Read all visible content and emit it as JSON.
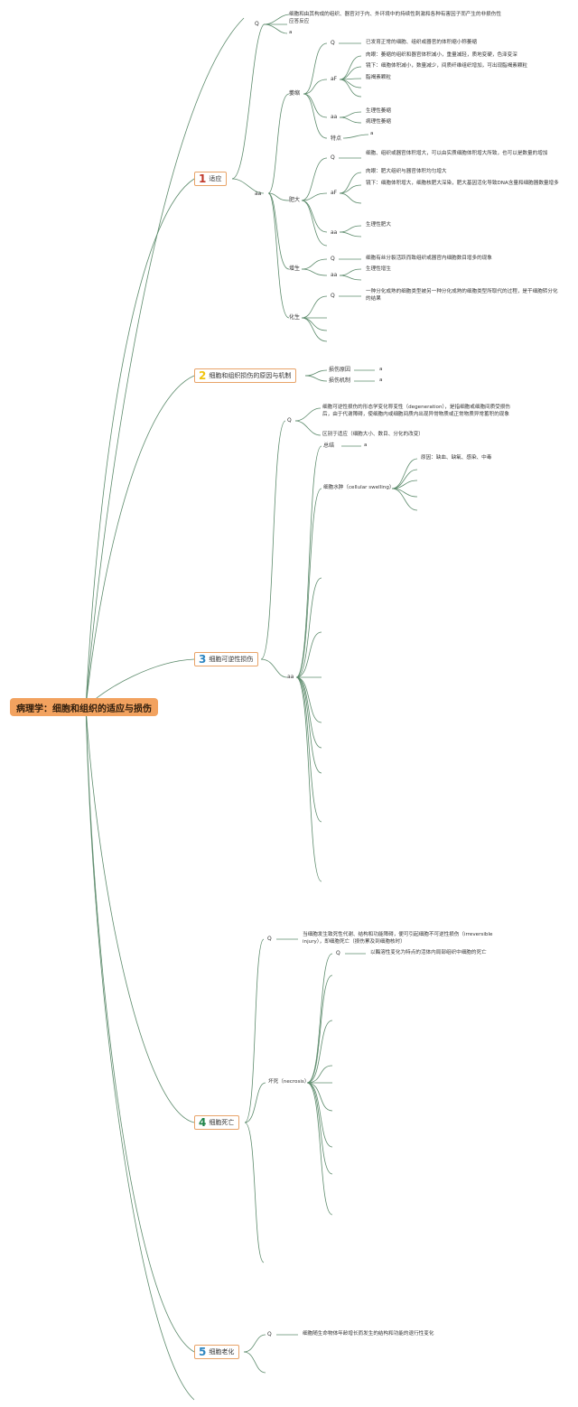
{
  "root": "病理学：细胞和组织的适应与损伤",
  "branches": [
    {
      "num": "1",
      "label": "适应",
      "color": "#c0392b"
    },
    {
      "num": "2",
      "label": "细胞和组织损伤的原因与机制",
      "color": "#f1c40f"
    },
    {
      "num": "3",
      "label": "细胞可逆性损伤",
      "color": "#2e86c1"
    },
    {
      "num": "4",
      "label": "细胞死亡",
      "color": "#1e8449"
    },
    {
      "num": "5",
      "label": "细胞老化",
      "color": "#2e86c1"
    }
  ],
  "adapt": {
    "q_label": "Q",
    "q_text": "细胞和由其构成的组织、器官对于内、外环境中的持续性刺激和各种有害因子而产生的非损伤性应答反应",
    "q_extra": "a",
    "sub_label": "aa",
    "atrophy": {
      "name": "萎缩",
      "q": "Q",
      "def": "已发育正常的细胞、组织或器官的体积缩小称萎缩",
      "af": "aF",
      "naked": "肉眼：萎缩的组织和器官体积减小，重量减轻，质地变硬，色泽变深",
      "micro": "镜下：细胞体积减小，数量减少，间质纤维组织增加，可出现脂褐素颗粒",
      "lipo": "脂褐素颗粒",
      "aa": "aa",
      "phys": "生理性萎缩",
      "path": "病理性萎缩",
      "feat": "特点",
      "feat_a": "a"
    },
    "hypertrophy": {
      "name": "肥大",
      "q": "Q",
      "def": "细胞、组织或器官体积增大，可以由实质细胞体积增大所致，也可以是数量的增加",
      "af": "aF",
      "naked": "肉眼：肥大组织与器官体积均匀增大",
      "micro": "镜下：细胞体积增大，细胞核肥大深染，肥大基因活化导致DNA含量和细胞器数量增多",
      "aa": "aa",
      "phys": "生理性肥大"
    },
    "hyperplasia": {
      "name": "增生",
      "q": "Q",
      "def": "细胞有丝分裂活跃而致组织或器官内细胞数目增多的现象",
      "aa": "aa",
      "phys": "生理性增生"
    },
    "metaplasia": {
      "name": "化生",
      "q": "Q",
      "def": "一种分化成熟的细胞类型被另一种分化成熟的细胞类型所取代的过程，是干细胞转分化的结果"
    }
  },
  "cause": {
    "reason": "损伤原因",
    "reason_a": "a",
    "mech": "损伤机制",
    "mech_a": "a"
  },
  "reversible": {
    "q": "Q",
    "def": "细胞可逆性损伤的形态学变化称变性（degeneration），是指细胞或细胞间质受损伤后，由于代谢障碍，使细胞内或细胞间质内出现异常物质或正常物质异常蓄积的现象",
    "diff": "区别于适应（细胞大小、数目、分化的改变）",
    "aa": "aa",
    "summary": "总结",
    "summary_a": "a",
    "swelling": "细胞水肿（cellular swelling）",
    "swelling_cause": "原因：缺血、缺氧、感染、中毒"
  },
  "death": {
    "q": "Q",
    "def": "当细胞发生致死性代谢、结构和功能障碍，便可引起细胞不可逆性损伤（irreversible injury），即细胞死亡（损伤累及到细胞核时）",
    "necrosis": "坏死（necrosis）",
    "nq": "Q",
    "ndef": "以酶溶性变化为特点的活体内局部组织中细胞的死亡"
  },
  "aging": {
    "q": "Q",
    "def": "细胞随生命物体年龄增长而发生的结构和功能的退行性变化"
  }
}
